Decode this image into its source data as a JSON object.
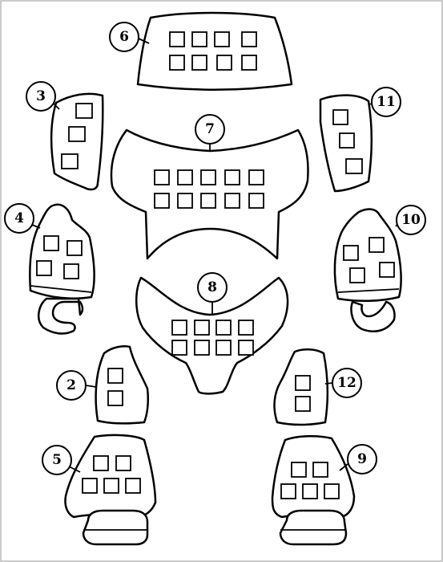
{
  "diagram": {
    "parts": [
      {
        "id": "p6",
        "label": "6",
        "slots": 8
      },
      {
        "id": "p3",
        "label": "3",
        "slots": 3
      },
      {
        "id": "p11",
        "label": "11",
        "slots": 3
      },
      {
        "id": "p7",
        "label": "7",
        "slots": 10
      },
      {
        "id": "p4",
        "label": "4",
        "slots": 4
      },
      {
        "id": "p10",
        "label": "10",
        "slots": 4
      },
      {
        "id": "p8",
        "label": "8",
        "slots": 8
      },
      {
        "id": "p2",
        "label": "2",
        "slots": 2
      },
      {
        "id": "p12",
        "label": "12",
        "slots": 2
      },
      {
        "id": "p5",
        "label": "5",
        "slots": 5
      },
      {
        "id": "p9",
        "label": "9",
        "slots": 5
      }
    ]
  }
}
